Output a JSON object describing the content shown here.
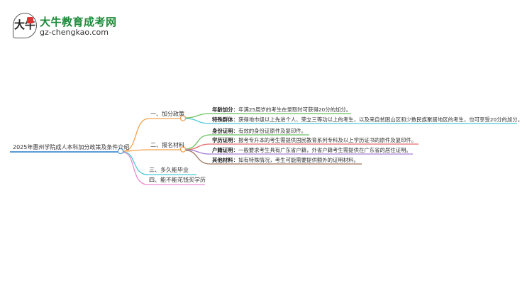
{
  "logo": {
    "mark_text": "大牛",
    "title": "大牛教育成考网",
    "url": "gz-chengkao.com"
  },
  "mindmap": {
    "root": "2025年惠州学院成人本科加分政策及条件介绍",
    "branches": [
      {
        "label": "一、加分政策",
        "color": "#f5a04a",
        "leaves": [
          {
            "key": "年龄加分",
            "text": "：年满25周岁的考生在录取时可获得20分的加分。",
            "color": "#6cc160"
          },
          {
            "key": "特殊群体",
            "text": "：获得地市级以上先进个人、荣立三等功以上的考生，以及来自贫困山区和少数民族聚居地区的考生，也可享受20分的加分。",
            "color": "#4cc9d6"
          }
        ]
      },
      {
        "label": "二、报名材料",
        "color": "#f5a04a",
        "leaves": [
          {
            "key": "身份证明",
            "text": "：有效的身份证原件及复印件。",
            "color": "#6cc160"
          },
          {
            "key": "学历证明",
            "text": "：报考专升本的考生需提供国民教育系列专科及以上学历证书的原件及复印件。",
            "color": "#e86a6a"
          },
          {
            "key": "户籍证明",
            "text": "：一般要求考生具有广东省户籍，外省户籍考生需提供在广东省的居住证明。",
            "color": "#a67fd6"
          },
          {
            "key": "其他材料",
            "text": "：如有特殊情况，考生可能需要提供额外的证明材料。",
            "color": "#9c7560"
          }
        ]
      },
      {
        "label": "三、多久能毕业",
        "color": "#4cc9d6",
        "leaves": []
      },
      {
        "label": "四、能不能花钱买学历",
        "color": "#e98ad0",
        "leaves": []
      }
    ],
    "root_color": "#5b9bd5"
  }
}
